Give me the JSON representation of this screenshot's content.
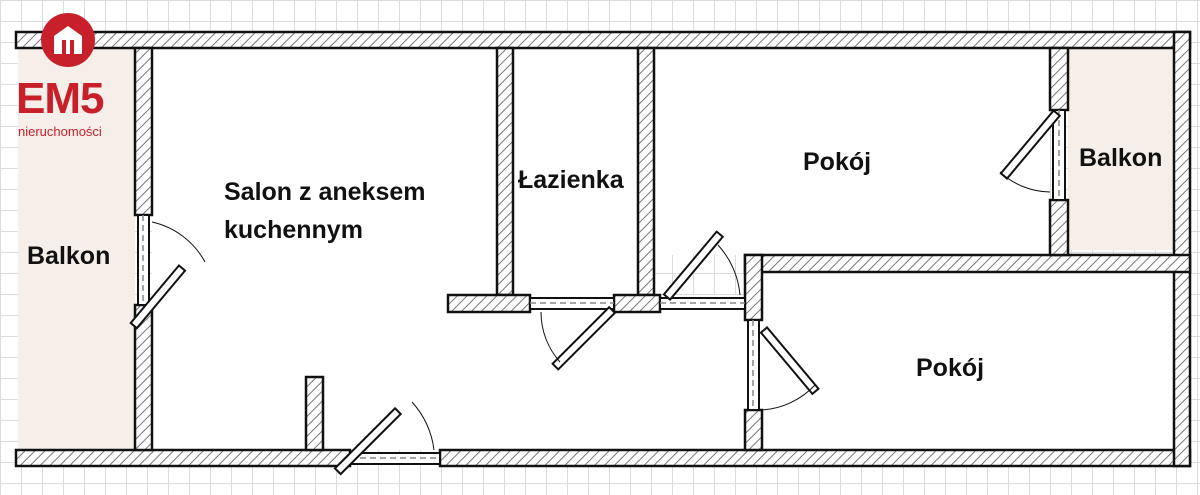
{
  "logo": {
    "brand": "EM5",
    "subtitle": "nieruchomości",
    "color": "#c8202a"
  },
  "rooms": {
    "balcony_left": "Balkon",
    "living_line1": "Salon z aneksem",
    "living_line2": "kuchennym",
    "bathroom": "Łazienka",
    "room_upper": "Pokój",
    "balcony_right": "Balkon",
    "room_lower": "Pokój"
  },
  "colors": {
    "balcony_fill": "#f6efe9",
    "wall_hatch": "#777777"
  }
}
